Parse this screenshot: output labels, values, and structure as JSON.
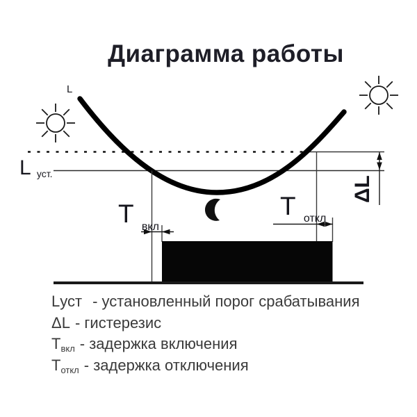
{
  "title": "Диаграмма работы",
  "colors": {
    "ink": "#000000",
    "thin_line": "#3a3a3a",
    "label_text": "#17171e",
    "legend_text": "#3a3a3a"
  },
  "diagram": {
    "curve_label": "L",
    "threshold_label": {
      "main": "L",
      "sub": "уст."
    },
    "hysteresis_label": "ΔL",
    "t_on_label": {
      "main": "Т",
      "sub": "вкл"
    },
    "t_off_label": {
      "main": "Т",
      "sub": "откл"
    },
    "icons": {
      "day_left": "sun-icon",
      "day_right": "sun-icon",
      "night": "moon-icon",
      "output": "output-on-bar"
    }
  },
  "legend": {
    "items": [
      {
        "term": "Lуст",
        "sub": "",
        "desc": "- установленный порог срабатывания"
      },
      {
        "term": "ΔL",
        "sub": "",
        "desc": "- гистерезис"
      },
      {
        "term": "Т",
        "sub": "вкл",
        "desc": "- задержка включения"
      },
      {
        "term": "Т",
        "sub": "откл",
        "desc": "- задержка отключения"
      }
    ]
  }
}
